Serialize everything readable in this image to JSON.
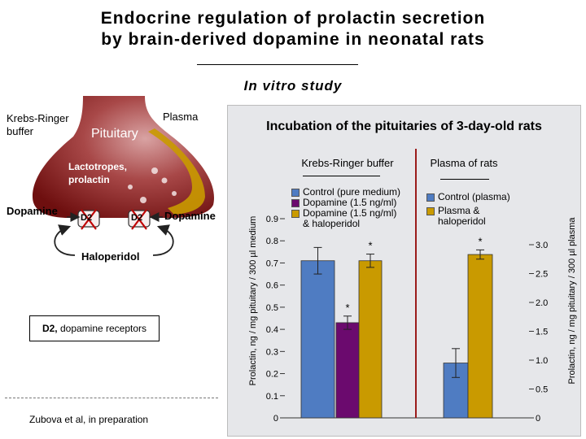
{
  "title_line1": "Endocrine  regulation  of  prolactin  secretion",
  "title_line2": "by  brain-derived  dopamine  in  neonatal  rats",
  "subtitle": "In  vitro  study",
  "diagram": {
    "krebs_ringer": "Krebs-Ringer",
    "buffer": "buffer",
    "plasma": "Plasma",
    "pituitary": "Pituitary",
    "lactotropes": "Lactotropes,",
    "prolactin": "prolactin",
    "dopamine_left": "Dopamine",
    "dopamine_right": "Dopamine",
    "d2_left": "D2",
    "d2_right": "D2",
    "haloperidol": "Haloperidol",
    "receptor_note_bold": "D2,",
    "receptor_note_rest": " dopamine receptors",
    "credit": "Zubova et al, in preparation"
  },
  "colors": {
    "control": "#4f7cc2",
    "dopamine": "#6b0a6e",
    "haloperidol": "#c99a00",
    "divider": "#9b1b1b",
    "gland_dark": "#7d1414",
    "gland_light": "#c98383"
  },
  "chart_data": {
    "type": "bar",
    "title": "Incubation of the pituitaries of 3-day-old rats",
    "groups": [
      {
        "label": "Krebs-Ringer buffer",
        "axis": "left",
        "bars": [
          {
            "name": "Control (pure medium)",
            "value": 0.71,
            "error": 0.06,
            "color": "#4f7cc2",
            "mark": ""
          },
          {
            "name": "Dopamine (1.5 ng/ml)",
            "value": 0.43,
            "error": 0.03,
            "color": "#6b0a6e",
            "mark": "*"
          },
          {
            "name": "Dopamine (1.5 ng/ml) & haloperidol",
            "value": 0.71,
            "error": 0.03,
            "color": "#c99a00",
            "mark": "*"
          }
        ]
      },
      {
        "label": "Plasma of rats",
        "axis": "right",
        "bars": [
          {
            "name": "Control (plasma)",
            "value": 0.95,
            "error": 0.25,
            "color": "#4f7cc2",
            "mark": ""
          },
          {
            "name": "Plasma & haloperidol",
            "value": 2.83,
            "error": 0.08,
            "color": "#c99a00",
            "mark": "*"
          }
        ]
      }
    ],
    "y_left": {
      "label": "Prolactin,  ng / mg pituitary / 300 µl medium",
      "range": [
        0,
        0.9
      ],
      "ticks": [
        "0",
        "0.1",
        "0.2",
        "0.3",
        "0.4",
        "0.5",
        "0.6",
        "0.7",
        "0.8",
        "0.9"
      ],
      "tick_values": [
        0,
        0.1,
        0.2,
        0.3,
        0.4,
        0.5,
        0.6,
        0.7,
        0.8,
        0.9
      ]
    },
    "y_right": {
      "label": "Prolactin,  ng / mg pituitary / 300 µl plasma",
      "range": [
        0,
        3.0
      ],
      "ticks": [
        "0",
        "0.5",
        "1.0",
        "1.5",
        "2.0",
        "2.5",
        "3.0"
      ],
      "tick_values": [
        0,
        0.5,
        1.0,
        1.5,
        2.0,
        2.5,
        3.0
      ]
    },
    "legend_left": [
      "Control (pure medium)",
      "Dopamine (1.5 ng/ml)",
      "Dopamine (1.5 ng/ml)",
      "& haloperidol"
    ],
    "legend_right": [
      "Control (plasma)",
      "Plasma &",
      "haloperidol"
    ]
  }
}
